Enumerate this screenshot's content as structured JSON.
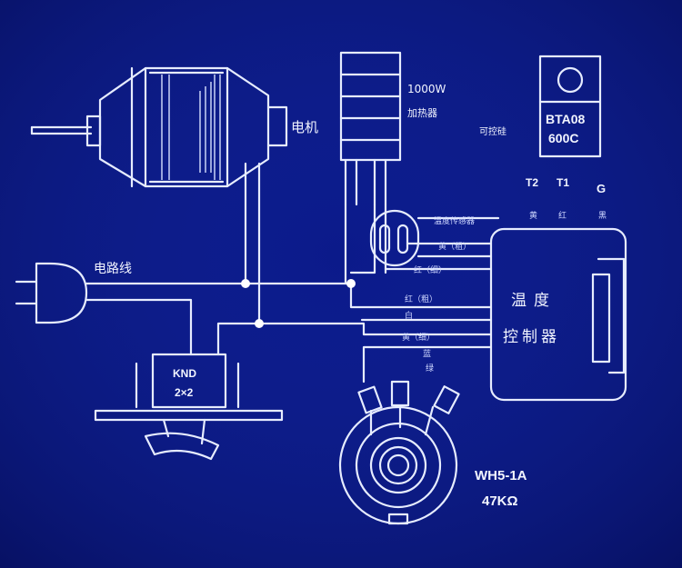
{
  "labels": {
    "motor": "电机",
    "heater_power": "1000W",
    "heater_name": "加热器",
    "scr_note": "可控硅",
    "scr_model": "BTA08",
    "scr_rating": "600C",
    "pin_t2": "T2",
    "pin_t1": "T1",
    "pin_g": "G",
    "pin_t2_color": "黄",
    "pin_t1_color": "红",
    "pin_g_color": "黑",
    "sensor": "温度传感器",
    "wire_yellow_thick": "黄（粗）",
    "wire_red_thin": "红（细）",
    "wire_red_thick": "红（粗）",
    "wire_white": "白",
    "wire_yellow_thin": "黄（细）",
    "wire_blue": "蓝",
    "wire_green": "绿",
    "power_cord": "电路线",
    "switch_model": "KND",
    "switch_rating": "2×2",
    "controller_line1": "温度",
    "controller_line2": "控制器",
    "pot_model": "WH5-1A",
    "pot_value": "47KΩ"
  },
  "colors": {
    "background": "#0b1a8a",
    "line": "#e6ecff"
  }
}
